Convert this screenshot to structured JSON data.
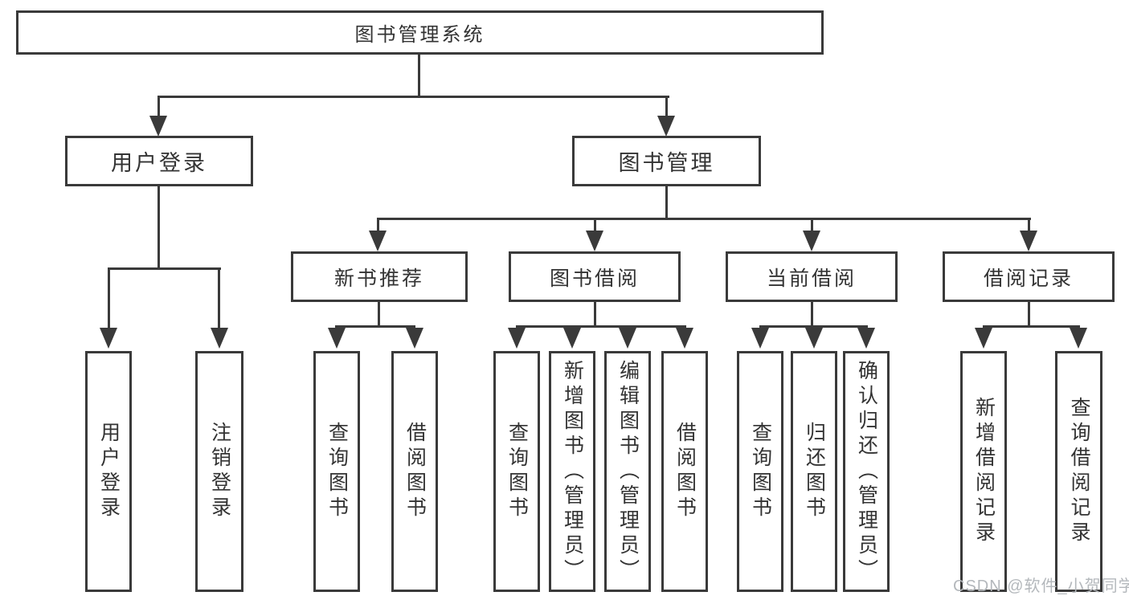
{
  "diagram": {
    "root": "图书管理系统",
    "user": {
      "label": "用户登录",
      "children": [
        "用户登录",
        "注销登录"
      ]
    },
    "book": {
      "label": "图书管理",
      "groups": [
        {
          "label": "新书推荐",
          "children": [
            "查询图书",
            "借阅图书"
          ]
        },
        {
          "label": "图书借阅",
          "children": [
            "查询图书",
            "新增图书（管理员）",
            "编辑图书（管理员）",
            "借阅图书"
          ]
        },
        {
          "label": "当前借阅",
          "children": [
            "查询图书",
            "归还图书",
            "确认归还（管理员）"
          ]
        },
        {
          "label": "借阅记录",
          "children": [
            "新增借阅记录",
            "查询借阅记录"
          ]
        }
      ]
    },
    "watermark": "CSDN @软件_小贺同学"
  },
  "colors": {
    "line": "#3a3a3a",
    "border": "#3a3a3a",
    "text": "#333333",
    "watermark": "#b4b8bc",
    "background": "#ffffff"
  }
}
